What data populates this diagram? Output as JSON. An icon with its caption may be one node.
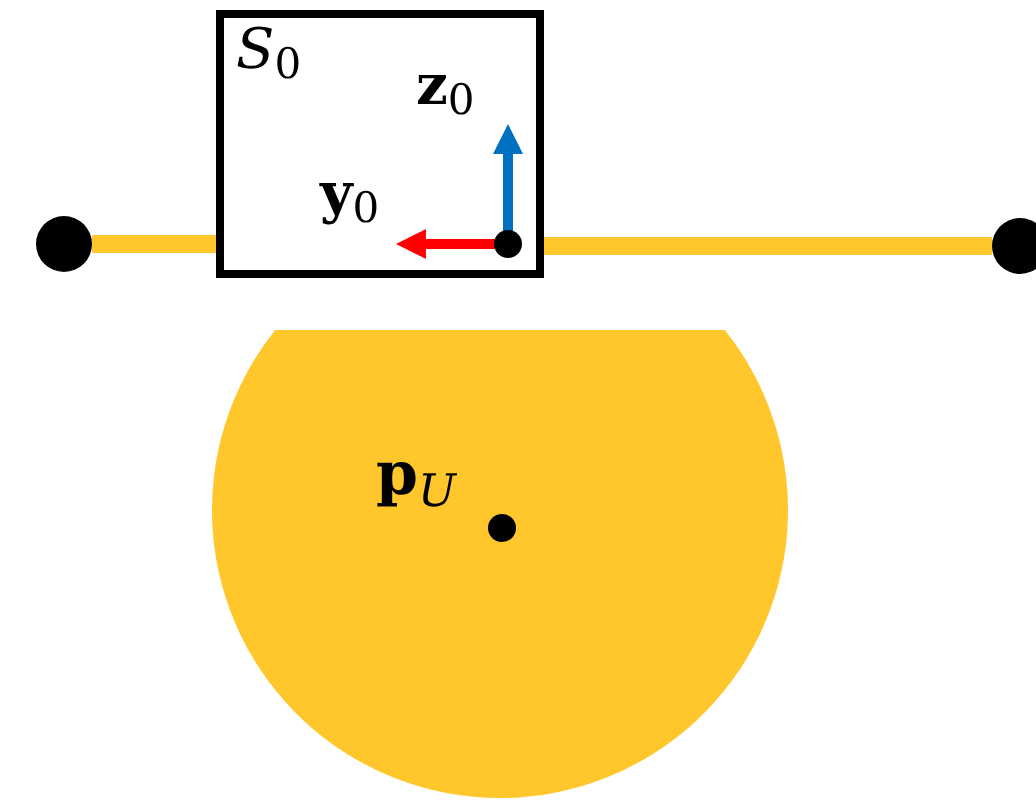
{
  "diagram": {
    "nodes": [
      {
        "text": [
          "*S*$_{0}$",
          "**z**$_{0}$",
          "**y**$_{0}$"
        ]
      },
      {
        "text": [],
        "shape": "circle"
      },
      {
        "text": [],
        "shape": "circle"
      },
      {
        "text": [
          "**p**$_{U}$"
        ]
      }
    ],
    "edges": [
      {
        "from": 1,
        "to": 0,
        "arrow": "none"
      },
      {
        "from": 0,
        "to": 2,
        "arrow": "none"
      }
    ]
  }
}
